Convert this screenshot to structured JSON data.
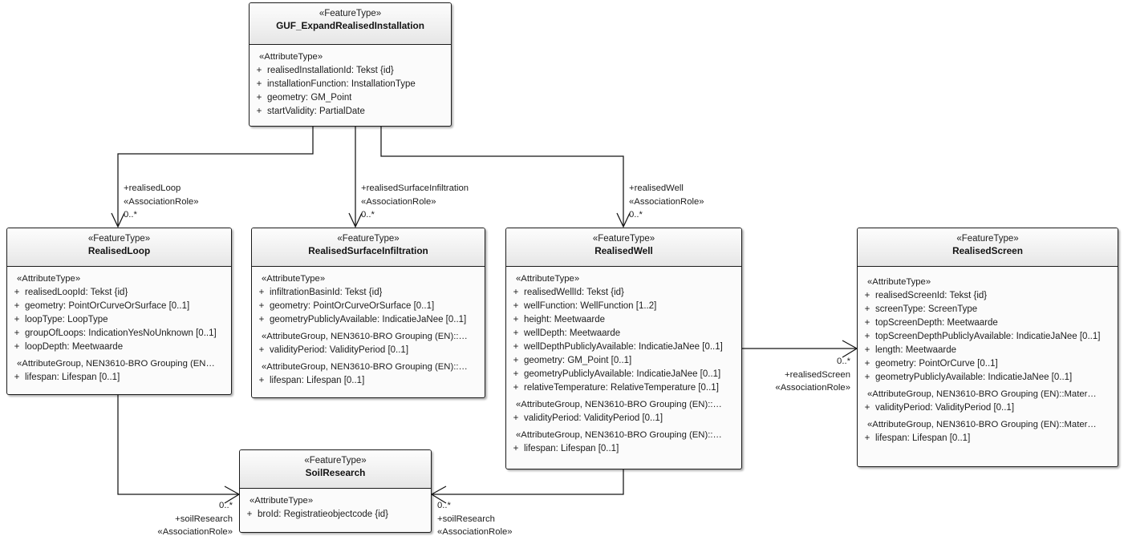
{
  "diagram": {
    "type": "uml-class-diagram",
    "notation": "UML FeatureType / AttributeType (NEN3610-BRO)"
  },
  "classes": {
    "guf": {
      "stereotype": "«FeatureType»",
      "name": "GUF_ExpandRealisedInstallation",
      "sections": [
        {
          "stereotype": "«AttributeType»",
          "attributes": [
            {
              "visibility": "+",
              "text": "realisedInstallationId: Tekst {id}"
            },
            {
              "visibility": "+",
              "text": "installationFunction: InstallationType"
            },
            {
              "visibility": "+",
              "text": "geometry: GM_Point"
            },
            {
              "visibility": "+",
              "text": "startValidity: PartialDate"
            }
          ]
        }
      ]
    },
    "realised_loop": {
      "stereotype": "«FeatureType»",
      "name": "RealisedLoop",
      "sections": [
        {
          "stereotype": "«AttributeType»",
          "attributes": [
            {
              "visibility": "+",
              "text": "realisedLoopId: Tekst {id}"
            },
            {
              "visibility": "+",
              "text": "geometry: PointOrCurveOrSurface [0..1]"
            },
            {
              "visibility": "+",
              "text": "loopType: LoopType"
            },
            {
              "visibility": "+",
              "text": "groupOfLoops: IndicationYesNoUnknown [0..1]"
            },
            {
              "visibility": "+",
              "text": "loopDepth: Meetwaarde"
            }
          ]
        },
        {
          "stereotype": "«AttributeGroup, NEN3610-BRO Grouping (EN…",
          "attributes": [
            {
              "visibility": "+",
              "text": "lifespan: Lifespan [0..1]"
            }
          ]
        }
      ]
    },
    "realised_surface_infiltration": {
      "stereotype": "«FeatureType»",
      "name": "RealisedSurfaceInfiltration",
      "sections": [
        {
          "stereotype": "«AttributeType»",
          "attributes": [
            {
              "visibility": "+",
              "text": "infiltrationBasinId: Tekst {id}"
            },
            {
              "visibility": "+",
              "text": "geometry: PointOrCurveOrSurface [0..1]"
            },
            {
              "visibility": "+",
              "text": "geometryPubliclyAvailable: IndicatieJaNee [0..1]"
            }
          ]
        },
        {
          "stereotype": "«AttributeGroup, NEN3610-BRO Grouping (EN)::…",
          "attributes": [
            {
              "visibility": "+",
              "text": "validityPeriod: ValidityPeriod [0..1]"
            }
          ]
        },
        {
          "stereotype": "«AttributeGroup, NEN3610-BRO Grouping (EN)::…",
          "attributes": [
            {
              "visibility": "+",
              "text": "lifespan: Lifespan [0..1]"
            }
          ]
        }
      ]
    },
    "realised_well": {
      "stereotype": "«FeatureType»",
      "name": "RealisedWell",
      "sections": [
        {
          "stereotype": "«AttributeType»",
          "attributes": [
            {
              "visibility": "+",
              "text": "realisedWellId: Tekst {id}"
            },
            {
              "visibility": "+",
              "text": "wellFunction: WellFunction [1..2]"
            },
            {
              "visibility": "+",
              "text": "height: Meetwaarde"
            },
            {
              "visibility": "+",
              "text": "wellDepth: Meetwaarde"
            },
            {
              "visibility": "+",
              "text": "wellDepthPubliclyAvailable: IndicatieJaNee [0..1]"
            },
            {
              "visibility": "+",
              "text": "geometry: GM_Point [0..1]"
            },
            {
              "visibility": "+",
              "text": "geometryPubliclyAvailable: IndicatieJaNee [0..1]"
            },
            {
              "visibility": "+",
              "text": "relativeTemperature: RelativeTemperature [0..1]"
            }
          ]
        },
        {
          "stereotype": "«AttributeGroup, NEN3610-BRO Grouping (EN)::…",
          "attributes": [
            {
              "visibility": "+",
              "text": "validityPeriod: ValidityPeriod [0..1]"
            }
          ]
        },
        {
          "stereotype": "«AttributeGroup, NEN3610-BRO Grouping (EN)::…",
          "attributes": [
            {
              "visibility": "+",
              "text": "lifespan: Lifespan [0..1]"
            }
          ]
        }
      ]
    },
    "realised_screen": {
      "stereotype": "«FeatureType»",
      "name": "RealisedScreen",
      "sections": [
        {
          "stereotype": "«AttributeType»",
          "attributes": [
            {
              "visibility": "+",
              "text": "realisedScreenId: Tekst {id}"
            },
            {
              "visibility": "+",
              "text": "screenType: ScreenType"
            },
            {
              "visibility": "+",
              "text": "topScreenDepth: Meetwaarde"
            },
            {
              "visibility": "+",
              "text": "topScreenDepthPubliclyAvailable: IndicatieJaNee [0..1]"
            },
            {
              "visibility": "+",
              "text": "length: Meetwaarde"
            },
            {
              "visibility": "+",
              "text": "geometry: PointOrCurve [0..1]"
            },
            {
              "visibility": "+",
              "text": "geometryPubliclyAvailable: IndicatieJaNee [0..1]"
            }
          ]
        },
        {
          "stereotype": "«AttributeGroup, NEN3610-BRO Grouping (EN)::Mater…",
          "attributes": [
            {
              "visibility": "+",
              "text": "validityPeriod: ValidityPeriod [0..1]"
            }
          ]
        },
        {
          "stereotype": "«AttributeGroup, NEN3610-BRO Grouping (EN)::Mater…",
          "attributes": [
            {
              "visibility": "+",
              "text": "lifespan: Lifespan [0..1]"
            }
          ]
        }
      ]
    },
    "soil_research": {
      "stereotype": "«FeatureType»",
      "name": "SoilResearch",
      "sections": [
        {
          "stereotype": "«AttributeType»",
          "attributes": [
            {
              "visibility": "+",
              "text": "broId: Registratieobjectcode {id}"
            }
          ]
        }
      ]
    }
  },
  "associations": {
    "realised_loop": {
      "role": "+realisedLoop",
      "stereotype": "«AssociationRole»",
      "multiplicity": "0..*"
    },
    "realised_surface_infiltration": {
      "role": "+realisedSurfaceInfiltration",
      "stereotype": "«AssociationRole»",
      "multiplicity": "0..*"
    },
    "realised_well": {
      "role": "+realisedWell",
      "stereotype": "«AssociationRole»",
      "multiplicity": "0..*"
    },
    "realised_screen": {
      "role": "+realisedScreen",
      "stereotype": "«AssociationRole»",
      "multiplicity": "0..*"
    },
    "soil_research_from_loop": {
      "role": "+soilResearch",
      "stereotype": "«AssociationRole»",
      "multiplicity": "0..*"
    },
    "soil_research_from_well": {
      "role": "+soilResearch",
      "stereotype": "«AssociationRole»",
      "multiplicity": "0..*"
    }
  }
}
